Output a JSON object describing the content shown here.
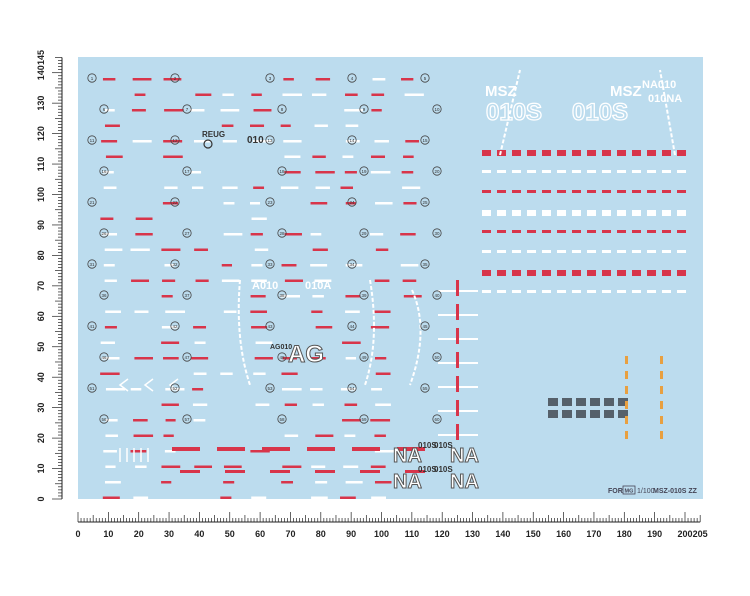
{
  "sheet": {
    "background": "#bcdcee",
    "footer": {
      "for": "FOR",
      "grade": "MG",
      "scale": "1/100",
      "model": "MSZ-010S ZZ"
    }
  },
  "rulers": {
    "horizontal": {
      "unit": "mm",
      "min": 0,
      "max": 205,
      "labels": [
        "0",
        "10",
        "20",
        "30",
        "40",
        "50",
        "60",
        "70",
        "80",
        "90",
        "100",
        "110",
        "120",
        "130",
        "140",
        "150",
        "160",
        "170",
        "180",
        "190",
        "200",
        "205"
      ]
    },
    "vertical": {
      "unit": "mm",
      "min": 0,
      "max": 145,
      "labels": [
        "0",
        "10",
        "20",
        "30",
        "40",
        "50",
        "60",
        "70",
        "80",
        "90",
        "100",
        "110",
        "120",
        "130",
        "140",
        "145"
      ]
    }
  },
  "decals": {
    "msz_left": {
      "top": "MSZ",
      "number": "010S"
    },
    "msz_right": {
      "top": "MSZ",
      "number": "010S"
    },
    "na_010_top": "NA010",
    "na_010_bottom": "010NA",
    "reug": "REUG",
    "o10": "010",
    "ag_prefix": "AG010",
    "ag": "AG",
    "ao10_left": "A010",
    "ao10_right": "010A",
    "na_blocks": [
      {
        "big": "NA",
        "small": "010S"
      },
      {
        "big": "NA",
        "small": "010S"
      },
      {
        "big": "NA",
        "small": "010S"
      },
      {
        "big": "NA",
        "small": "010S"
      }
    ],
    "markers": [
      "1",
      "2",
      "3",
      "4",
      "5",
      "6",
      "7",
      "8",
      "9",
      "10",
      "11",
      "12",
      "13",
      "14",
      "15",
      "16",
      "17",
      "18",
      "19",
      "20",
      "21",
      "22",
      "23",
      "24",
      "25",
      "26",
      "27",
      "28",
      "29",
      "30",
      "31",
      "32",
      "33",
      "34",
      "35",
      "36",
      "37",
      "38",
      "39",
      "40",
      "41",
      "42",
      "43",
      "44",
      "45",
      "46",
      "47",
      "48",
      "49",
      "50",
      "51",
      "52",
      "53",
      "54",
      "55",
      "56",
      "57",
      "58",
      "59",
      "60"
    ]
  },
  "colors": {
    "red": "#d8354a",
    "white": "#ffffff",
    "dark": "#55606a",
    "orange": "#e8a040"
  }
}
